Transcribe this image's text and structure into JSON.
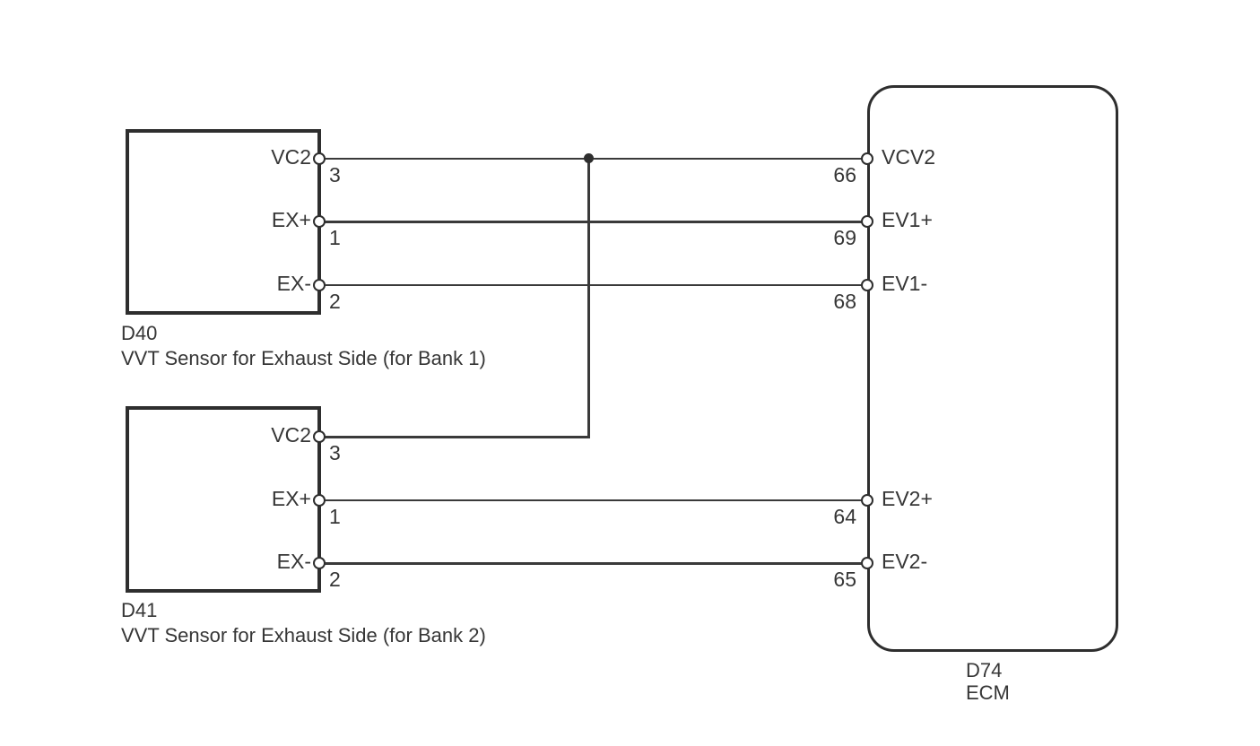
{
  "diagram": {
    "sensors": [
      {
        "id": "D40",
        "label": "VVT Sensor for Exhaust Side (for Bank 1)",
        "pins": [
          {
            "name": "VC2",
            "number": "3"
          },
          {
            "name": "EX+",
            "number": "1"
          },
          {
            "name": "EX-",
            "number": "2"
          }
        ]
      },
      {
        "id": "D41",
        "label": "VVT Sensor for Exhaust Side (for Bank 2)",
        "pins": [
          {
            "name": "VC2",
            "number": "3"
          },
          {
            "name": "EX+",
            "number": "1"
          },
          {
            "name": "EX-",
            "number": "2"
          }
        ]
      }
    ],
    "ecm": {
      "id": "D74",
      "label": "ECM",
      "pins": [
        {
          "name": "VCV2",
          "number": "66"
        },
        {
          "name": "EV1+",
          "number": "69"
        },
        {
          "name": "EV1-",
          "number": "68"
        },
        {
          "name": "EV2+",
          "number": "64"
        },
        {
          "name": "EV2-",
          "number": "65"
        }
      ]
    },
    "connections": [
      {
        "from": "D40 pin 3 (VC2)",
        "to": "D74 pin 66 (VCV2)"
      },
      {
        "from": "D40 pin 1 (EX+)",
        "to": "D74 pin 69 (EV1+)"
      },
      {
        "from": "D40 pin 2 (EX-)",
        "to": "D74 pin 68 (EV1-)"
      },
      {
        "from": "D41 pin 3 (VC2)",
        "to": "junction on D40 VC2 wire"
      },
      {
        "from": "D41 pin 1 (EX+)",
        "to": "D74 pin 64 (EV2+)"
      },
      {
        "from": "D41 pin 2 (EX-)",
        "to": "D74 pin 65 (EV2-)"
      }
    ],
    "colors": {
      "line": "#333333",
      "background": "#ffffff"
    }
  }
}
